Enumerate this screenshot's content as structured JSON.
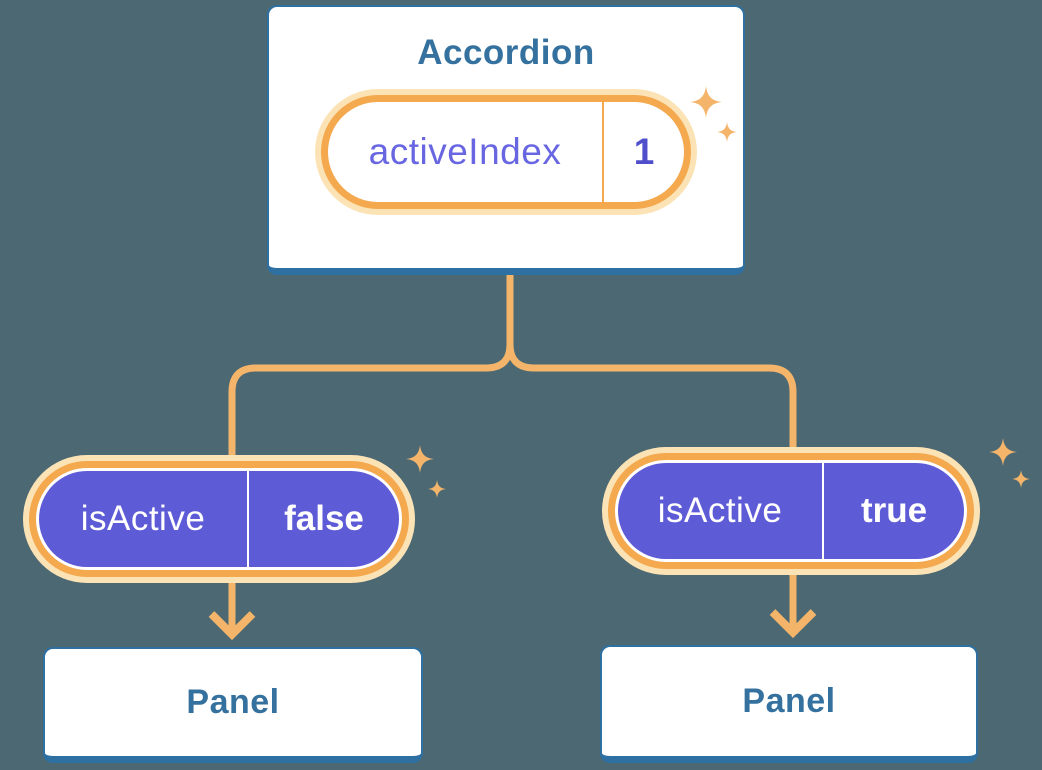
{
  "diagram": {
    "accordion": {
      "title": "Accordion",
      "state": {
        "label": "activeIndex",
        "value": "1"
      }
    },
    "branches": {
      "left": {
        "prop": {
          "label": "isActive",
          "value": "false"
        },
        "child": {
          "title": "Panel"
        }
      },
      "right": {
        "prop": {
          "label": "isActive",
          "value": "true"
        },
        "child": {
          "title": "Panel"
        }
      }
    },
    "colors": {
      "bg": "#4c6873",
      "card-bg": "#ffffff",
      "card-border": "#2d70a1",
      "blue-text": "#35719e",
      "line": "#f4b56b",
      "ring": "#f4a94f",
      "halo": "#fce3b6",
      "purple": "#5e5bd7",
      "purple-label": "#6966e2",
      "purple-value": "#4f4ecb"
    }
  }
}
